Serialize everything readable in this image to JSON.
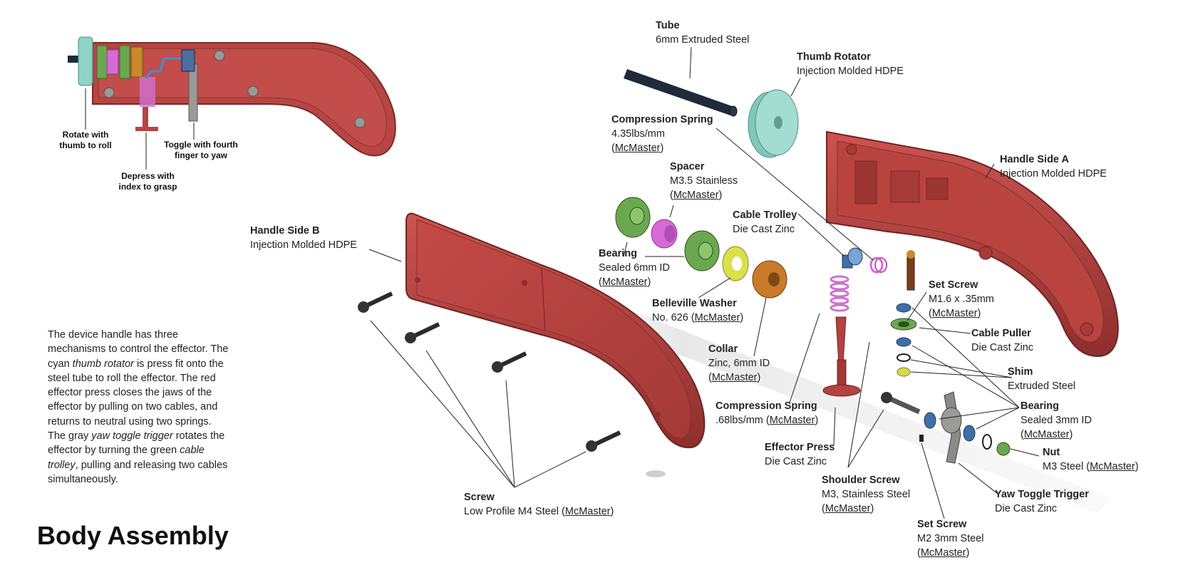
{
  "title": "Body Assembly",
  "description": [
    {
      "text": "The device handle has three mechanisms to control the effector. The cyan ",
      "italic": false
    },
    {
      "text": "thumb rotator",
      "italic": true
    },
    {
      "text": " is press fit onto the steel tube to roll the effector. The red effector press closes the jaws of the effector by pulling on two cables, and returns to neutral using two springs. The gray ",
      "italic": false
    },
    {
      "text": "yaw toggle trigger",
      "italic": true
    },
    {
      "text": " rotates the effector by turning the green ",
      "italic": false
    },
    {
      "text": "cable trolley",
      "italic": true
    },
    {
      "text": ", pulling and releasing two cables simultaneously.",
      "italic": false
    }
  ],
  "captions": {
    "rotate": [
      "Rotate with",
      "thumb to roll"
    ],
    "depress": [
      "Depress with",
      "index to grasp"
    ],
    "toggle": [
      "Toggle with fourth",
      "finger to yaw"
    ]
  },
  "parts": {
    "tube": {
      "name": "Tube",
      "spec": "6mm Extruded Steel"
    },
    "thumb_rotator": {
      "name": "Thumb Rotator",
      "spec": "Injection Molded HDPE"
    },
    "compression_spring_1": {
      "name": "Compression Spring",
      "spec": "4.35lbs/mm",
      "link": "McMaster"
    },
    "spacer": {
      "name": "Spacer",
      "spec": "M3.5 Stainless",
      "link": "McMaster"
    },
    "handle_side_a": {
      "name": "Handle Side A",
      "spec": "Injection Molded HDPE"
    },
    "cable_trolley": {
      "name": "Cable Trolley",
      "spec": "Die Cast Zinc"
    },
    "handle_side_b": {
      "name": "Handle Side B",
      "spec": "Injection Molded HDPE"
    },
    "bearing_1": {
      "name": "Bearing",
      "spec": "Sealed 6mm ID",
      "link": "McMaster"
    },
    "set_screw_1": {
      "name": "Set Screw",
      "spec": "M1.6 x .35mm",
      "link": "McMaster"
    },
    "belleville_washer": {
      "name": "Belleville Washer",
      "spec_prefix": "No. 626 ",
      "link": "McMaster"
    },
    "cable_puller": {
      "name": "Cable Puller",
      "spec": "Die Cast Zinc"
    },
    "collar": {
      "name": "Collar",
      "spec": "Zinc, 6mm ID",
      "link": "McMaster"
    },
    "shim": {
      "name": "Shim",
      "spec": "Extruded Steel"
    },
    "compression_spring_2": {
      "name": "Compression Spring",
      "spec_prefix": ".68lbs/mm ",
      "link": "McMaster"
    },
    "bearing_2": {
      "name": "Bearing",
      "spec": "Sealed 3mm ID",
      "link": "McMaster"
    },
    "effector_press": {
      "name": "Effector Press",
      "spec": "Die Cast Zinc"
    },
    "nut": {
      "name": "Nut",
      "spec_prefix": "M3 Steel ",
      "link": "McMaster"
    },
    "shoulder_screw": {
      "name": "Shoulder Screw",
      "spec": "M3, Stainless Steel",
      "link": "McMaster"
    },
    "yaw_toggle_trigger": {
      "name": "Yaw Toggle Trigger",
      "spec": "Die Cast Zinc"
    },
    "screw": {
      "name": "Screw",
      "spec_prefix": "Low Profile M4 Steel ",
      "link": "McMaster"
    },
    "set_screw_2": {
      "name": "Set Screw",
      "spec": "M2 3mm Steel",
      "link": "McMaster"
    }
  },
  "colors": {
    "handle_red": "#b4423f",
    "thumb_cyan": "#8fd3c6",
    "bearing_green": "#6aa84f",
    "spacer_magenta": "#d66ad6",
    "washer_yellow": "#d9e04a",
    "collar_orange": "#c97a2b",
    "bearing_blue": "#3f6fa8",
    "trigger_gray": "#8a8a86",
    "tube_dark": "#1f2a3a"
  }
}
